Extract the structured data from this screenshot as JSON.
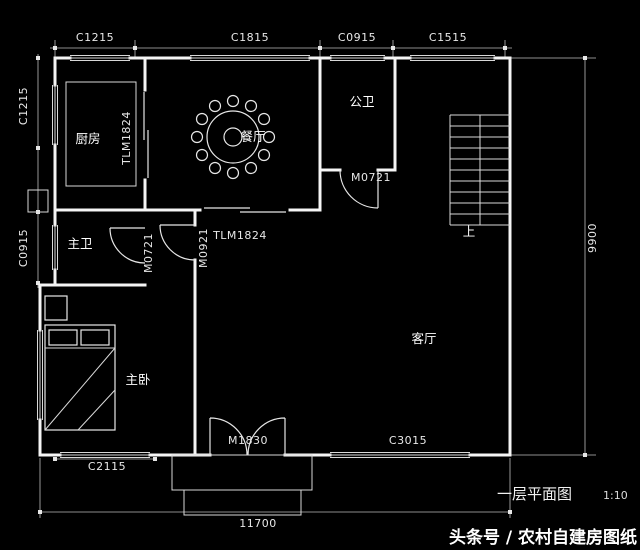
{
  "drawing": {
    "title": "一层平面图",
    "scale": "1:10",
    "watermark": "头条号 / 农村自建房图纸"
  },
  "rooms": {
    "kitchen": "厨房",
    "dining": "餐厅",
    "guest_bath": "公卫",
    "master_bath": "主卫",
    "master_bedroom": "主卧",
    "living_room": "客厅",
    "stairs_up": "上"
  },
  "dims": {
    "c1215_top": "C1215",
    "c1815_top": "C1815",
    "c0915_top": "C0915",
    "c1515_top": "C1515",
    "c1215_left": "C1215",
    "c0915_left": "C0915",
    "tlm1824_kitchen": "TLM1824",
    "tlm1824_mid": "TLM1824",
    "m0721_guest": "M0721",
    "m0721_master": "M0721",
    "m0921": "M0921",
    "m1830": "M1830",
    "c2115": "C2115",
    "c3015": "C3015",
    "total_height": "9900",
    "total_width": "11700"
  }
}
